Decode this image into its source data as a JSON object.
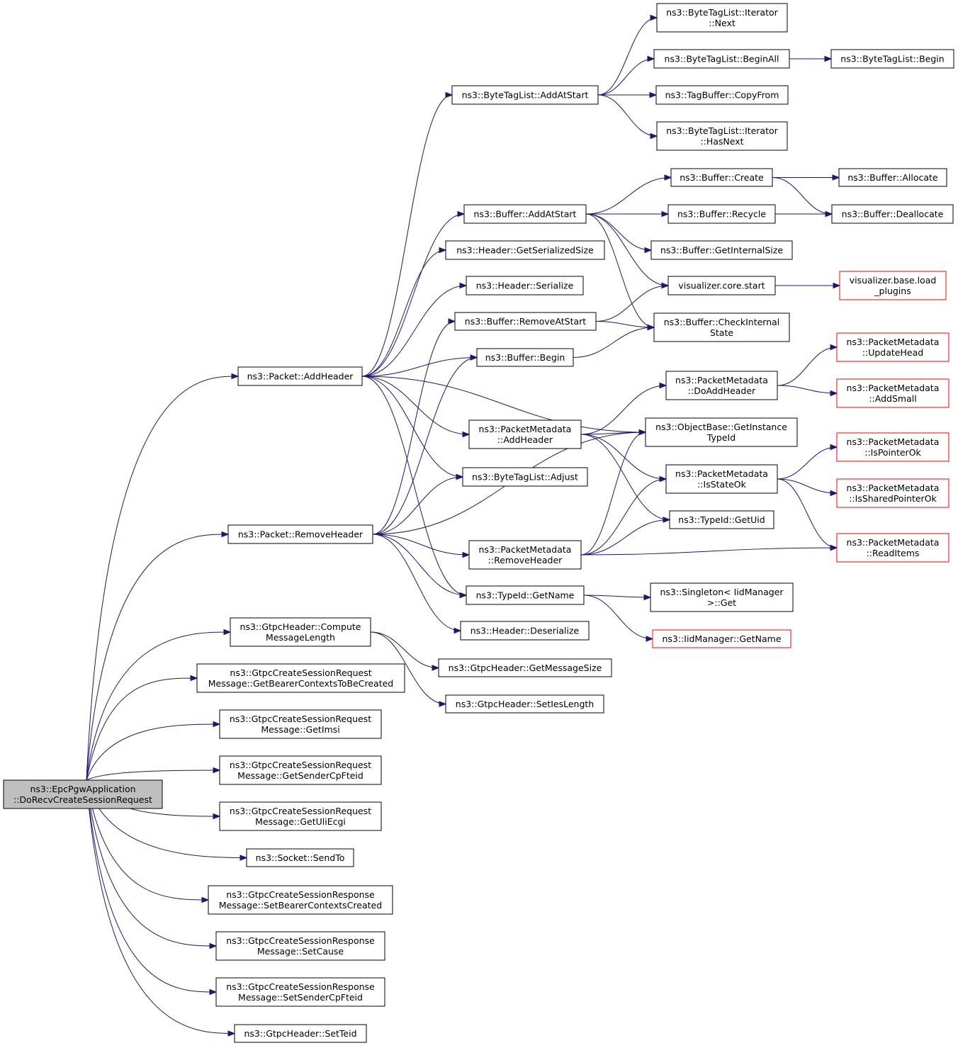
{
  "colors": {
    "edge": "#191970",
    "node_border": "#000000",
    "node_border_truncated": "#ff0000",
    "root_fill": "#bfbfbf",
    "node_fill": "#ffffff"
  },
  "nodes": {
    "root": [
      "ns3::EpcPgwApplication",
      "::DoRecvCreateSessionRequest"
    ],
    "pkt_addheader": [
      "ns3::Packet::AddHeader"
    ],
    "pkt_removeheader": [
      "ns3::Packet::RemoveHeader"
    ],
    "gtpc_compute": [
      "ns3::GtpcHeader::Compute",
      "MessageLength"
    ],
    "getbearer": [
      "ns3::GtpcCreateSessionRequest",
      "Message::GetBearerContextsToBeCreated"
    ],
    "getimsi": [
      "ns3::GtpcCreateSessionRequest",
      "Message::GetImsi"
    ],
    "getsendercp": [
      "ns3::GtpcCreateSessionRequest",
      "Message::GetSenderCpFteid"
    ],
    "getuli": [
      "ns3::GtpcCreateSessionRequest",
      "Message::GetUliEcgi"
    ],
    "sendto": [
      "ns3::Socket::SendTo"
    ],
    "setbearer": [
      "ns3::GtpcCreateSessionResponse",
      "Message::SetBearerContextsCreated"
    ],
    "setcause": [
      "ns3::GtpcCreateSessionResponse",
      "Message::SetCause"
    ],
    "setsendercp": [
      "ns3::GtpcCreateSessionResponse",
      "Message::SetSenderCpFteid"
    ],
    "setteid": [
      "ns3::GtpcHeader::SetTeid"
    ],
    "btl_addatstart": [
      "ns3::ByteTagList::AddAtStart"
    ],
    "buf_addatstart": [
      "ns3::Buffer::AddAtStart"
    ],
    "hdr_getsersize": [
      "ns3::Header::GetSerializedSize"
    ],
    "hdr_serialize": [
      "ns3::Header::Serialize"
    ],
    "buf_removeatstart": [
      "ns3::Buffer::RemoveAtStart"
    ],
    "buf_begin": [
      "ns3::Buffer::Begin"
    ],
    "pm_addheader": [
      "ns3::PacketMetadata",
      "::AddHeader"
    ],
    "btl_adjust": [
      "ns3::ByteTagList::Adjust"
    ],
    "pm_removeheader": [
      "ns3::PacketMetadata",
      "::RemoveHeader"
    ],
    "typeid_getname": [
      "ns3::TypeId::GetName"
    ],
    "hdr_deserialize": [
      "ns3::Header::Deserialize"
    ],
    "gtpc_getmsgsize": [
      "ns3::GtpcHeader::GetMessageSize"
    ],
    "gtpc_setieslen": [
      "ns3::GtpcHeader::SetIesLength"
    ],
    "btl_iter_next": [
      "ns3::ByteTagList::Iterator",
      "::Next"
    ],
    "btl_beginall": [
      "ns3::ByteTagList::BeginAll"
    ],
    "tagbuf_copyfrom": [
      "ns3::TagBuffer::CopyFrom"
    ],
    "btl_iter_hasnext": [
      "ns3::ByteTagList::Iterator",
      "::HasNext"
    ],
    "buf_create": [
      "ns3::Buffer::Create"
    ],
    "buf_recycle": [
      "ns3::Buffer::Recycle"
    ],
    "buf_getinternalsize": [
      "ns3::Buffer::GetInternalSize"
    ],
    "vis_core_start": [
      "visualizer.core.start"
    ],
    "buf_checkinternal": [
      "ns3::Buffer::CheckInternal",
      "State"
    ],
    "pm_doaddheader": [
      "ns3::PacketMetadata",
      "::DoAddHeader"
    ],
    "ob_getinstancetypeid": [
      "ns3::ObjectBase::GetInstance",
      "TypeId"
    ],
    "pm_isstateok": [
      "ns3::PacketMetadata",
      "::IsStateOk"
    ],
    "typeid_getuid": [
      "ns3::TypeId::GetUid"
    ],
    "singleton_get": [
      "ns3::Singleton< IidManager",
      ">::Get"
    ],
    "iidmgr_getname": [
      "ns3::IidManager::GetName"
    ],
    "btl_begin": [
      "ns3::ByteTagList::Begin"
    ],
    "buf_allocate": [
      "ns3::Buffer::Allocate"
    ],
    "buf_deallocate": [
      "ns3::Buffer::Deallocate"
    ],
    "vis_base_load": [
      "visualizer.base.load",
      "_plugins"
    ],
    "pm_updatehead": [
      "ns3::PacketMetadata",
      "::UpdateHead"
    ],
    "pm_addsmall": [
      "ns3::PacketMetadata",
      "::AddSmall"
    ],
    "pm_ispointerok": [
      "ns3::PacketMetadata",
      "::IsPointerOk"
    ],
    "pm_issharedpointerok": [
      "ns3::PacketMetadata",
      "::IsSharedPointerOk"
    ],
    "pm_readitems": [
      "ns3::PacketMetadata",
      "::ReadItems"
    ]
  },
  "truncated": [
    "iidmgr_getname",
    "vis_base_load",
    "pm_updatehead",
    "pm_addsmall",
    "pm_ispointerok",
    "pm_issharedpointerok",
    "pm_readitems"
  ],
  "edges": [
    [
      "root",
      "pkt_addheader"
    ],
    [
      "root",
      "pkt_removeheader"
    ],
    [
      "root",
      "gtpc_compute"
    ],
    [
      "root",
      "getbearer"
    ],
    [
      "root",
      "getimsi"
    ],
    [
      "root",
      "getsendercp"
    ],
    [
      "root",
      "getuli"
    ],
    [
      "root",
      "sendto"
    ],
    [
      "root",
      "setbearer"
    ],
    [
      "root",
      "setcause"
    ],
    [
      "root",
      "setsendercp"
    ],
    [
      "root",
      "setteid"
    ],
    [
      "pkt_addheader",
      "btl_addatstart"
    ],
    [
      "pkt_addheader",
      "buf_addatstart"
    ],
    [
      "pkt_addheader",
      "hdr_getsersize"
    ],
    [
      "pkt_addheader",
      "hdr_serialize"
    ],
    [
      "pkt_addheader",
      "buf_begin"
    ],
    [
      "pkt_addheader",
      "ob_getinstancetypeid"
    ],
    [
      "pkt_addheader",
      "pm_addheader"
    ],
    [
      "pkt_addheader",
      "btl_adjust"
    ],
    [
      "pkt_addheader",
      "typeid_getname"
    ],
    [
      "pkt_removeheader",
      "buf_removeatstart"
    ],
    [
      "pkt_removeheader",
      "buf_begin"
    ],
    [
      "pkt_removeheader",
      "btl_adjust"
    ],
    [
      "pkt_removeheader",
      "ob_getinstancetypeid"
    ],
    [
      "pkt_removeheader",
      "pm_removeheader"
    ],
    [
      "pkt_removeheader",
      "typeid_getname"
    ],
    [
      "pkt_removeheader",
      "hdr_deserialize"
    ],
    [
      "gtpc_compute",
      "gtpc_getmsgsize"
    ],
    [
      "gtpc_compute",
      "gtpc_setieslen"
    ],
    [
      "btl_addatstart",
      "btl_iter_next"
    ],
    [
      "btl_addatstart",
      "btl_beginall"
    ],
    [
      "btl_addatstart",
      "tagbuf_copyfrom"
    ],
    [
      "btl_addatstart",
      "btl_iter_hasnext"
    ],
    [
      "btl_beginall",
      "btl_begin"
    ],
    [
      "buf_addatstart",
      "buf_create"
    ],
    [
      "buf_addatstart",
      "buf_recycle"
    ],
    [
      "buf_addatstart",
      "buf_getinternalsize"
    ],
    [
      "buf_addatstart",
      "vis_core_start"
    ],
    [
      "buf_addatstart",
      "buf_checkinternal"
    ],
    [
      "buf_create",
      "buf_allocate"
    ],
    [
      "buf_create",
      "buf_deallocate"
    ],
    [
      "buf_recycle",
      "buf_deallocate"
    ],
    [
      "vis_core_start",
      "vis_base_load"
    ],
    [
      "buf_removeatstart",
      "vis_core_start"
    ],
    [
      "buf_removeatstart",
      "buf_checkinternal"
    ],
    [
      "buf_begin",
      "buf_checkinternal"
    ],
    [
      "pm_addheader",
      "pm_doaddheader"
    ],
    [
      "pm_addheader",
      "ob_getinstancetypeid"
    ],
    [
      "pm_addheader",
      "pm_isstateok"
    ],
    [
      "pm_addheader",
      "typeid_getuid"
    ],
    [
      "pm_doaddheader",
      "pm_updatehead"
    ],
    [
      "pm_doaddheader",
      "pm_addsmall"
    ],
    [
      "pm_isstateok",
      "pm_ispointerok"
    ],
    [
      "pm_isstateok",
      "pm_issharedpointerok"
    ],
    [
      "pm_isstateok",
      "pm_readitems"
    ],
    [
      "pm_removeheader",
      "ob_getinstancetypeid"
    ],
    [
      "pm_removeheader",
      "pm_isstateok"
    ],
    [
      "pm_removeheader",
      "typeid_getuid"
    ],
    [
      "pm_removeheader",
      "pm_readitems"
    ],
    [
      "typeid_getname",
      "singleton_get"
    ],
    [
      "typeid_getname",
      "iidmgr_getname"
    ]
  ]
}
